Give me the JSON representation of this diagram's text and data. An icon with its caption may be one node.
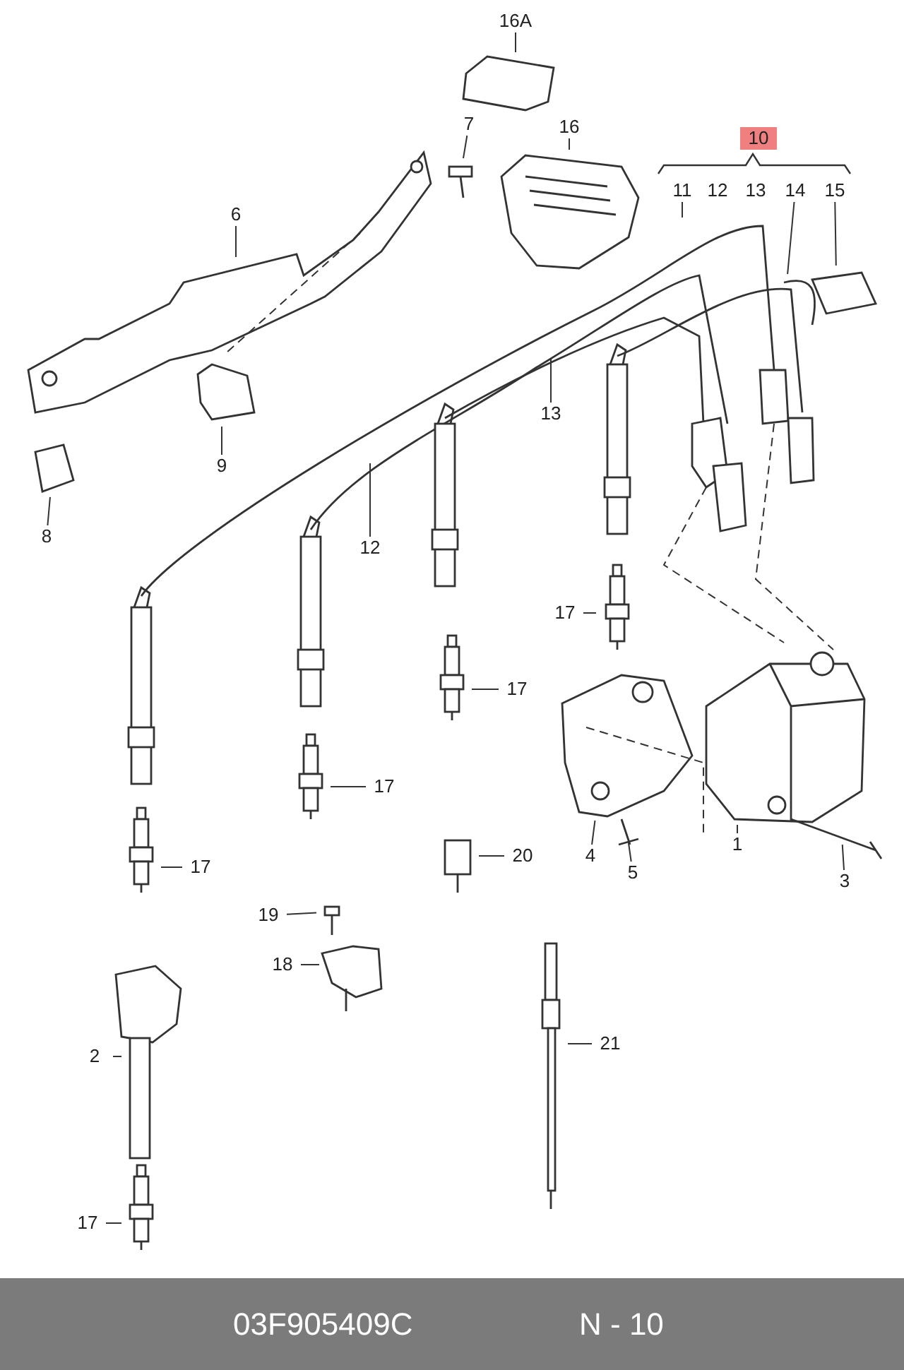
{
  "diagram": {
    "nodes": [
      {
        "text": [
          "16A"
        ]
      },
      {
        "text": [
          "16"
        ]
      },
      {
        "text": [
          "7"
        ]
      },
      {
        "text": [
          "11"
        ]
      },
      {
        "text": [
          "14"
        ]
      },
      {
        "text": [
          "15"
        ]
      },
      {
        "text": [
          "6"
        ]
      },
      {
        "text": [
          "13"
        ]
      },
      {
        "text": [
          "9"
        ]
      },
      {
        "text": [
          "8"
        ]
      },
      {
        "text": [
          "12"
        ]
      },
      {
        "text": [
          "17"
        ]
      },
      {
        "text": [
          "17"
        ]
      },
      {
        "text": [
          "17"
        ]
      },
      {
        "text": [
          "1"
        ]
      },
      {
        "text": [
          "4"
        ]
      },
      {
        "text": [
          "20"
        ]
      },
      {
        "text": [
          "17"
        ]
      },
      {
        "text": [
          "5"
        ]
      },
      {
        "text": [
          "3"
        ]
      },
      {
        "text": [
          "19"
        ]
      },
      {
        "text": [
          "18"
        ]
      },
      {
        "text": [
          "21"
        ]
      },
      {
        "text": [
          "2"
        ]
      },
      {
        "text": [
          "17"
        ]
      }
    ],
    "edges": [
      {
        "from": 0,
        "to": null,
        "arrow": "none"
      },
      {
        "from": 1,
        "to": null,
        "arrow": "none"
      },
      {
        "from": 2,
        "to": null,
        "arrow": "none"
      },
      {
        "from": 3,
        "to": null,
        "arrow": "none"
      },
      {
        "from": 4,
        "to": null,
        "arrow": "none"
      },
      {
        "from": 5,
        "to": null,
        "arrow": "none"
      },
      {
        "from": 6,
        "to": null,
        "arrow": "none"
      },
      {
        "from": 7,
        "to": null,
        "arrow": "none"
      },
      {
        "from": 8,
        "to": null,
        "arrow": "none"
      },
      {
        "from": 9,
        "to": null,
        "arrow": "none"
      },
      {
        "from": 10,
        "to": null,
        "arrow": "none"
      },
      {
        "from": 11,
        "to": null,
        "arrow": "none"
      },
      {
        "from": 12,
        "to": null,
        "arrow": "none"
      },
      {
        "from": 13,
        "to": null,
        "arrow": "none"
      },
      {
        "from": 14,
        "to": null,
        "arrow": "none"
      },
      {
        "from": 15,
        "to": null,
        "arrow": "none"
      },
      {
        "from": 16,
        "to": null,
        "arrow": "none"
      },
      {
        "from": 17,
        "to": null,
        "arrow": "none"
      },
      {
        "from": 18,
        "to": null,
        "arrow": "none"
      },
      {
        "from": 19,
        "to": null,
        "arrow": "none"
      },
      {
        "from": 20,
        "to": null,
        "arrow": "none"
      },
      {
        "from": 21,
        "to": null,
        "arrow": "none"
      },
      {
        "from": 22,
        "to": null,
        "arrow": "none"
      },
      {
        "from": 23,
        "to": null,
        "arrow": "none"
      },
      {
        "from": 24,
        "to": null,
        "arrow": "none"
      }
    ],
    "labels": [
      "10",
      "12",
      "13",
      "03F905409C",
      "N - 10"
    ]
  }
}
